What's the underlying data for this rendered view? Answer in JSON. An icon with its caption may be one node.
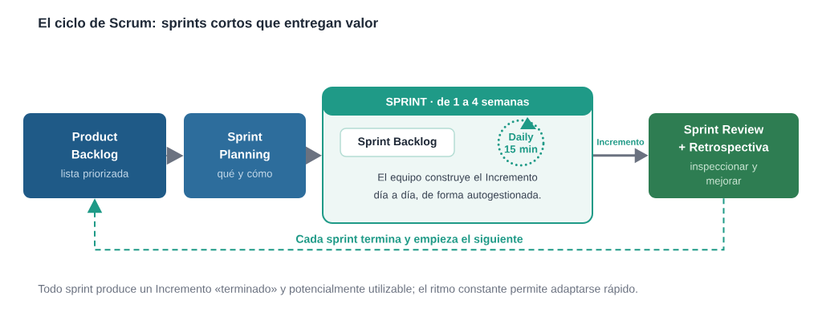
{
  "diagram": {
    "title": "El ciclo de Scrum: sprints cortos que entregan valor",
    "caption": "Todo sprint produce un Incremento «terminado» y potencialmente utilizable; el ritmo constante permite adaptarse rápido.",
    "nodes": [
      {
        "text": [
          "Product Backlog",
          "lista priorizada"
        ]
      },
      {
        "text": [
          "Sprint Planning",
          "qué y cómo"
        ]
      },
      {
        "text": [
          "SPRINT · de 1 a 4 semanas",
          "El equipo construye el Incremento día a día, de forma autogestionada."
        ]
      },
      {
        "text": [
          "Sprint Backlog"
        ],
        "in": 2
      },
      {
        "text": [
          "Daily 15 min"
        ],
        "in": 2
      },
      {
        "text": [
          "Sprint Review + Retrospectiva",
          "inspeccionar y mejorar"
        ]
      }
    ],
    "edges": [
      {
        "from": 0,
        "to": 1,
        "arrow": "to"
      },
      {
        "from": 1,
        "to": 2,
        "arrow": "to"
      },
      {
        "from": 2,
        "to": 5,
        "arrow": "to",
        "label": "Incremento"
      },
      {
        "from": 5,
        "to": 0,
        "arrow": "to",
        "label": "Cada sprint termina y empieza el siguiente",
        "style": "dashed",
        "color": "#1f9a87"
      }
    ]
  }
}
